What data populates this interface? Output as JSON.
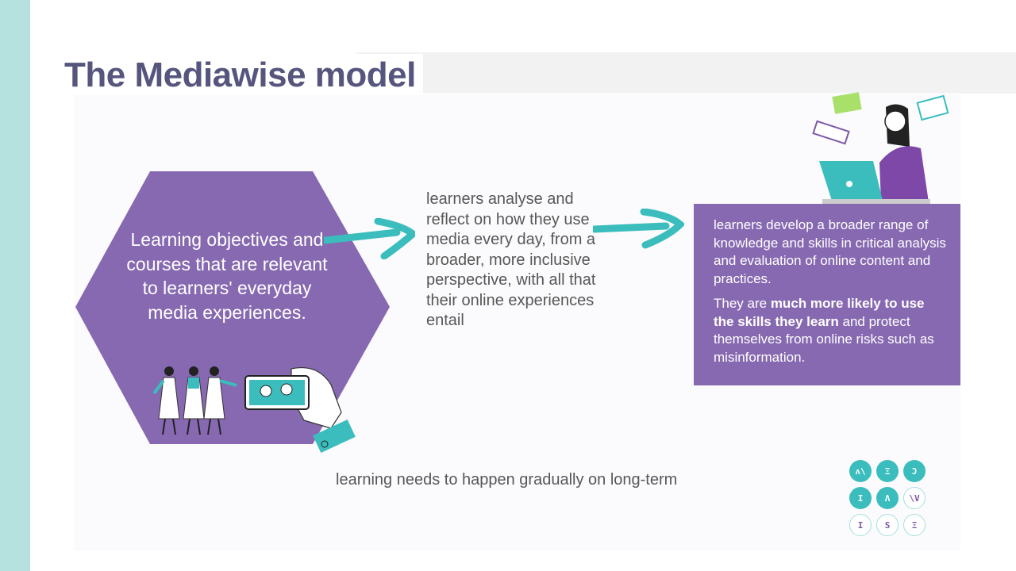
{
  "slide": {
    "title": "The Mediawise model",
    "hexagon_text": "Learning objectives and courses that are relevant to learners' everyday media experiences.",
    "middle_text": "learners analyse and reflect on how they use media every day, from a broader, more inclusive perspective, with all that their online experiences entail",
    "box": {
      "para1": " learners develop a broader range of knowledge and skills in critical analysis and evaluation of online content and practices.",
      "para2_pre": "They are ",
      "para2_bold": "much more likely to use the skills they learn",
      "para2_post": " and protect themselves from online risks such as misinformation."
    },
    "bottom_text": "learning needs to happen gradually on long-term"
  },
  "colors": {
    "purple": "#8769b1",
    "teal": "#3bbdbd",
    "title": "#56557e",
    "left_bar": "#b5e2df"
  },
  "icons": [
    "hexagon-shape",
    "arrow-right-brush-icon",
    "friends-illustration",
    "phone-video-call-illustration",
    "woman-laptop-illustration",
    "mediawise-logo"
  ]
}
